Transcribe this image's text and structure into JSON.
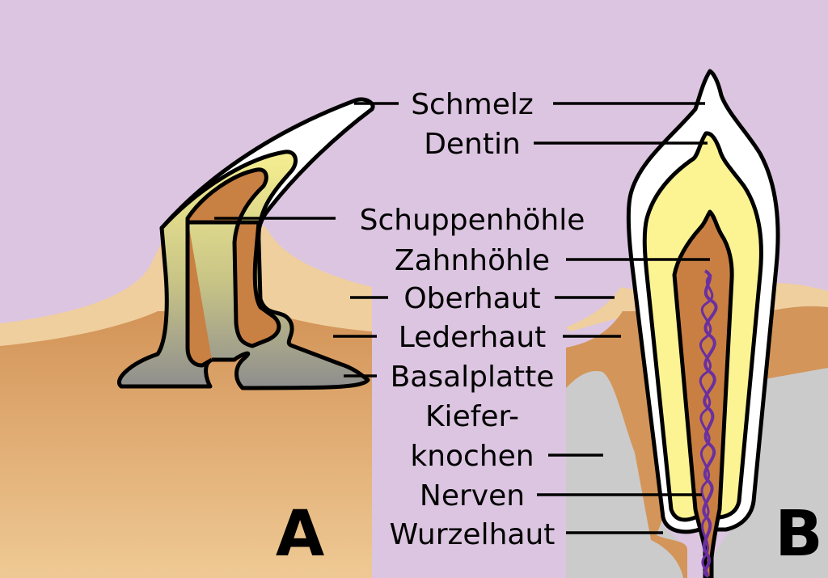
{
  "labels": {
    "schmelz": "Schmelz",
    "dentin": "Dentin",
    "schuppenhoehle": "Schuppenhöhle",
    "zahnhoehle": "Zahnhöhle",
    "oberhaut": "Oberhaut",
    "lederhaut": "Lederhaut",
    "basalplatte": "Basalplatte",
    "kiefer_line1": "Kiefer-",
    "kiefer_line2": "knochen",
    "nerven": "Nerven",
    "wurzelhaut": "Wurzelhaut"
  },
  "panels": {
    "a": "A",
    "b": "B"
  },
  "colors": {
    "background": "#dcc5e1",
    "epidermis": "#efcf9e",
    "dermis": "#d3955a",
    "pulp": "#c97f42",
    "enamel": "#ffffff",
    "dentin": "#fcf493",
    "bone": "#cbcbcb",
    "basal_plate": "#8d8d8d",
    "nerve": "#6a2fa0"
  }
}
